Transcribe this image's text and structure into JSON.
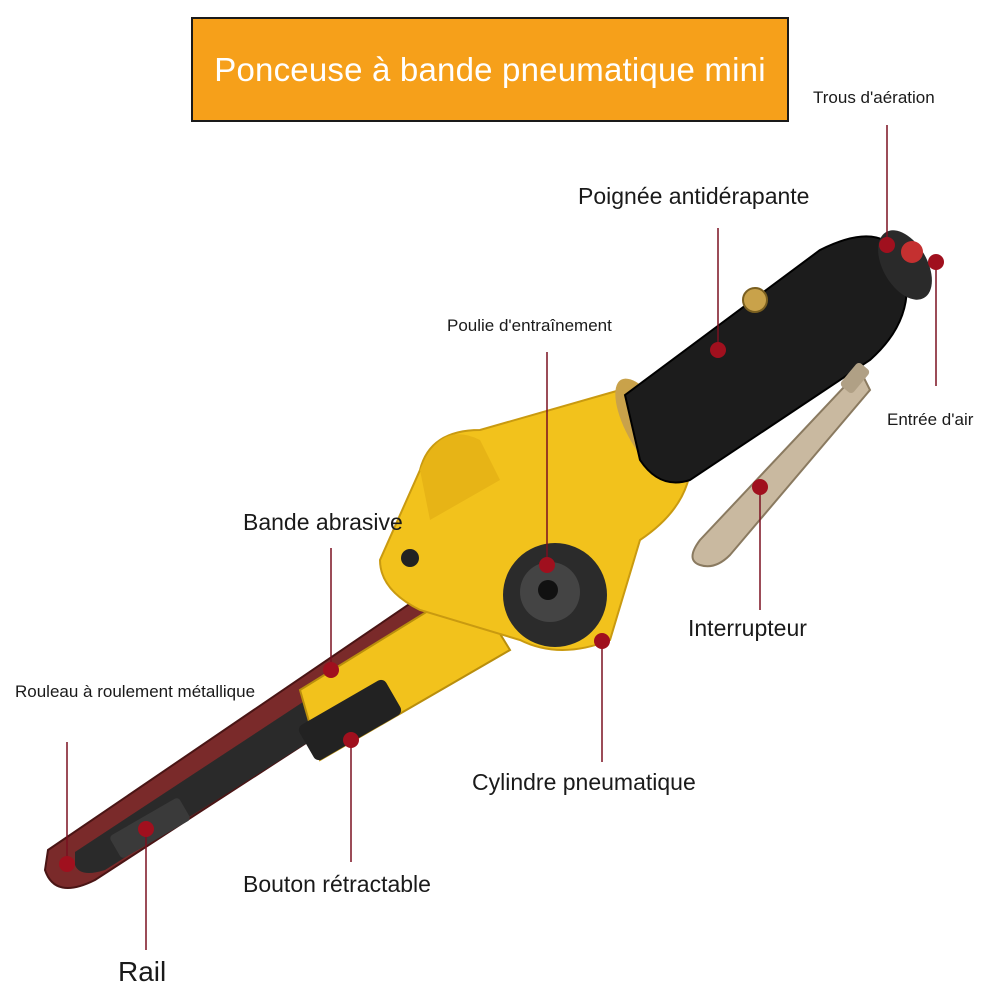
{
  "title": "Ponceuse à bande pneumatique mini",
  "colors": {
    "title_bg": "#f6a01a",
    "title_text": "#ffffff",
    "leader_line": "#7a1020",
    "marker_dot": "#a0101e",
    "tool_body": "#f2c21c",
    "grip": "#1c1c1c",
    "belt": "#7a2a2a",
    "metal": "#c9b9a0"
  },
  "labels": {
    "trous_aeration": "Trous d'aération",
    "poignee": "Poignée antidérapante",
    "poulie": "Poulie d'entraînement",
    "entree_air": "Entrée d'air",
    "bande": "Bande abrasive",
    "interrupteur": "Interrupteur",
    "rouleau": "Rouleau à roulement métallique",
    "cylindre": "Cylindre pneumatique",
    "bouton": "Bouton rétractable",
    "rail": "Rail"
  }
}
